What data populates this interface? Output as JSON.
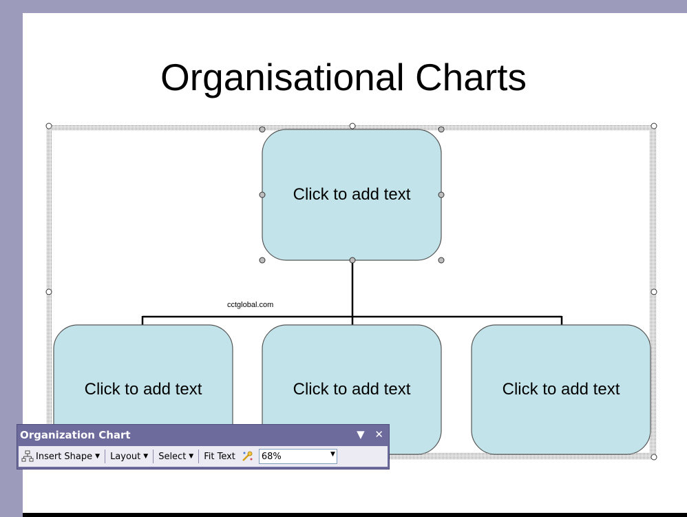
{
  "slide": {
    "title": "Organisational Charts",
    "watermark": "cctglobal.com",
    "nodes": [
      {
        "label": "Click to add text"
      },
      {
        "label": "Click to add text"
      },
      {
        "label": "Click to add text"
      },
      {
        "label": "Click to add text"
      }
    ]
  },
  "toolbar": {
    "title": "Organization Chart",
    "dropdown_glyph": "▼",
    "close_glyph": "✕",
    "insert_shape": "Insert Shape",
    "layout": "Layout",
    "select": "Select",
    "fit_text": "Fit Text",
    "zoom_value": "68%",
    "icons": [
      "org-chart-icon",
      "autoformat-icon"
    ]
  },
  "colors": {
    "background": "#9c9bbb",
    "node_fill": "#c2e3e9",
    "toolbar_title": "#6d6a9c"
  }
}
